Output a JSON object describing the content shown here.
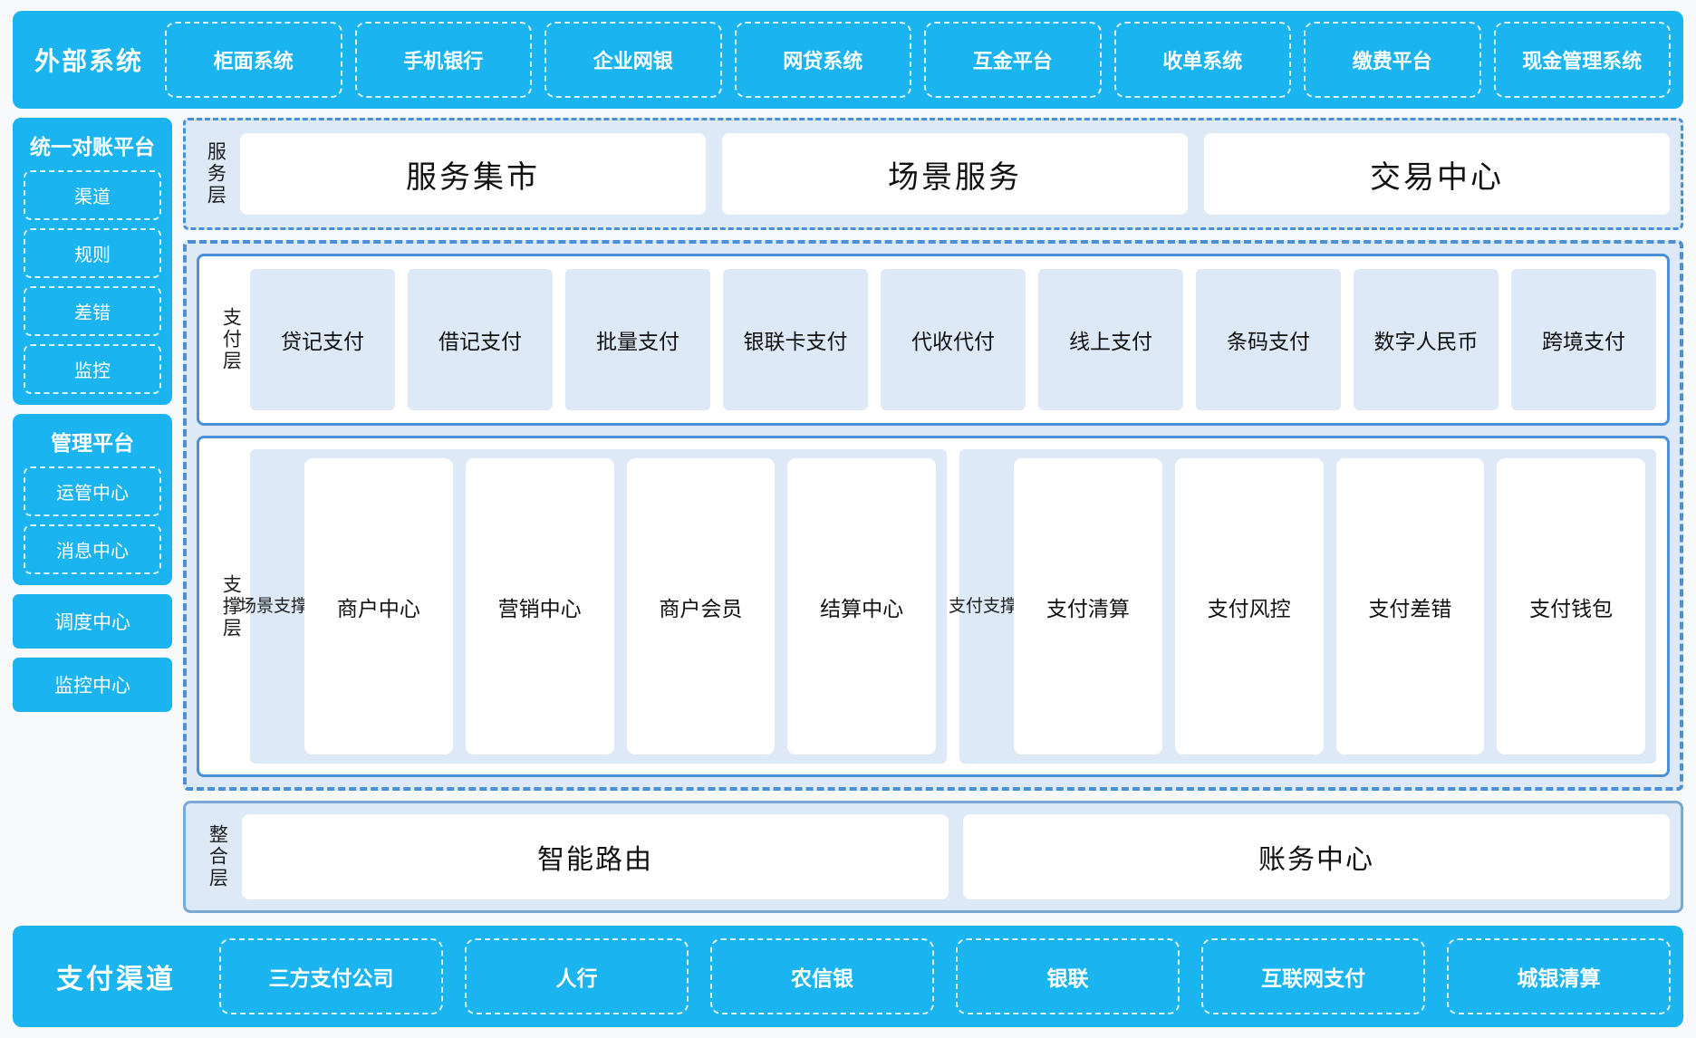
{
  "external_systems": {
    "title": "外部系统",
    "items": [
      "柜面系统",
      "手机银行",
      "企业网银",
      "网贷系统",
      "互金平台",
      "收单系统",
      "缴费平台",
      "现金管理系统"
    ]
  },
  "left_rail": {
    "reconciliation": {
      "title": "统一对账平台",
      "items": [
        "渠道",
        "规则",
        "差错",
        "监控"
      ]
    },
    "management": {
      "title": "管理平台",
      "items": [
        "运管中心",
        "消息中心"
      ]
    },
    "standalone": [
      "调度中心",
      "监控中心"
    ]
  },
  "service_layer": {
    "label": "服务层",
    "items": [
      "服务集市",
      "场景服务",
      "交易中心"
    ]
  },
  "pay_layer": {
    "label": "支付层",
    "items": [
      "贷记支付",
      "借记支付",
      "批量支付",
      "银联卡支付",
      "代收代付",
      "线上支付",
      "条码支付",
      "数字人民币",
      "跨境支付"
    ]
  },
  "support_layer": {
    "label": "支撑层",
    "groups": [
      {
        "label": "场景支撑",
        "items": [
          "商户中心",
          "营销中心",
          "商户会员",
          "结算中心"
        ]
      },
      {
        "label": "支付支撑",
        "items": [
          "支付清算",
          "支付风控",
          "支付差错",
          "支付钱包"
        ]
      }
    ]
  },
  "integration_layer": {
    "label": "整合层",
    "items": [
      "智能路由",
      "账务中心"
    ]
  },
  "payment_channels": {
    "title": "支付渠道",
    "items": [
      "三方支付公司",
      "人行",
      "农信银",
      "银联",
      "互联网支付",
      "城银清算"
    ]
  },
  "colors": {
    "accent_cyan": "#1ab5f1",
    "panel_blue": "#dde9f7",
    "border_blue": "#4a90d9",
    "background": "#f7f9fb"
  }
}
